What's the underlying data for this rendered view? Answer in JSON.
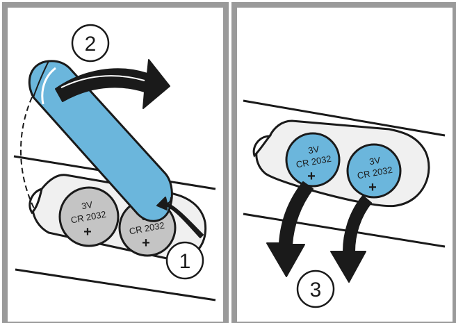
{
  "steps": {
    "one": "1",
    "two": "2",
    "three": "3"
  },
  "battery": {
    "voltage": "3V",
    "model": "CR 2032",
    "polarity": "+"
  },
  "colors": {
    "frame": "#9a9a9a",
    "outline": "#1a1a1a",
    "cover": "#6bb6dc",
    "cell_grey": "#c4c4c4",
    "cell_blue": "#6bb6dc",
    "holder": "#f0f0f0"
  }
}
